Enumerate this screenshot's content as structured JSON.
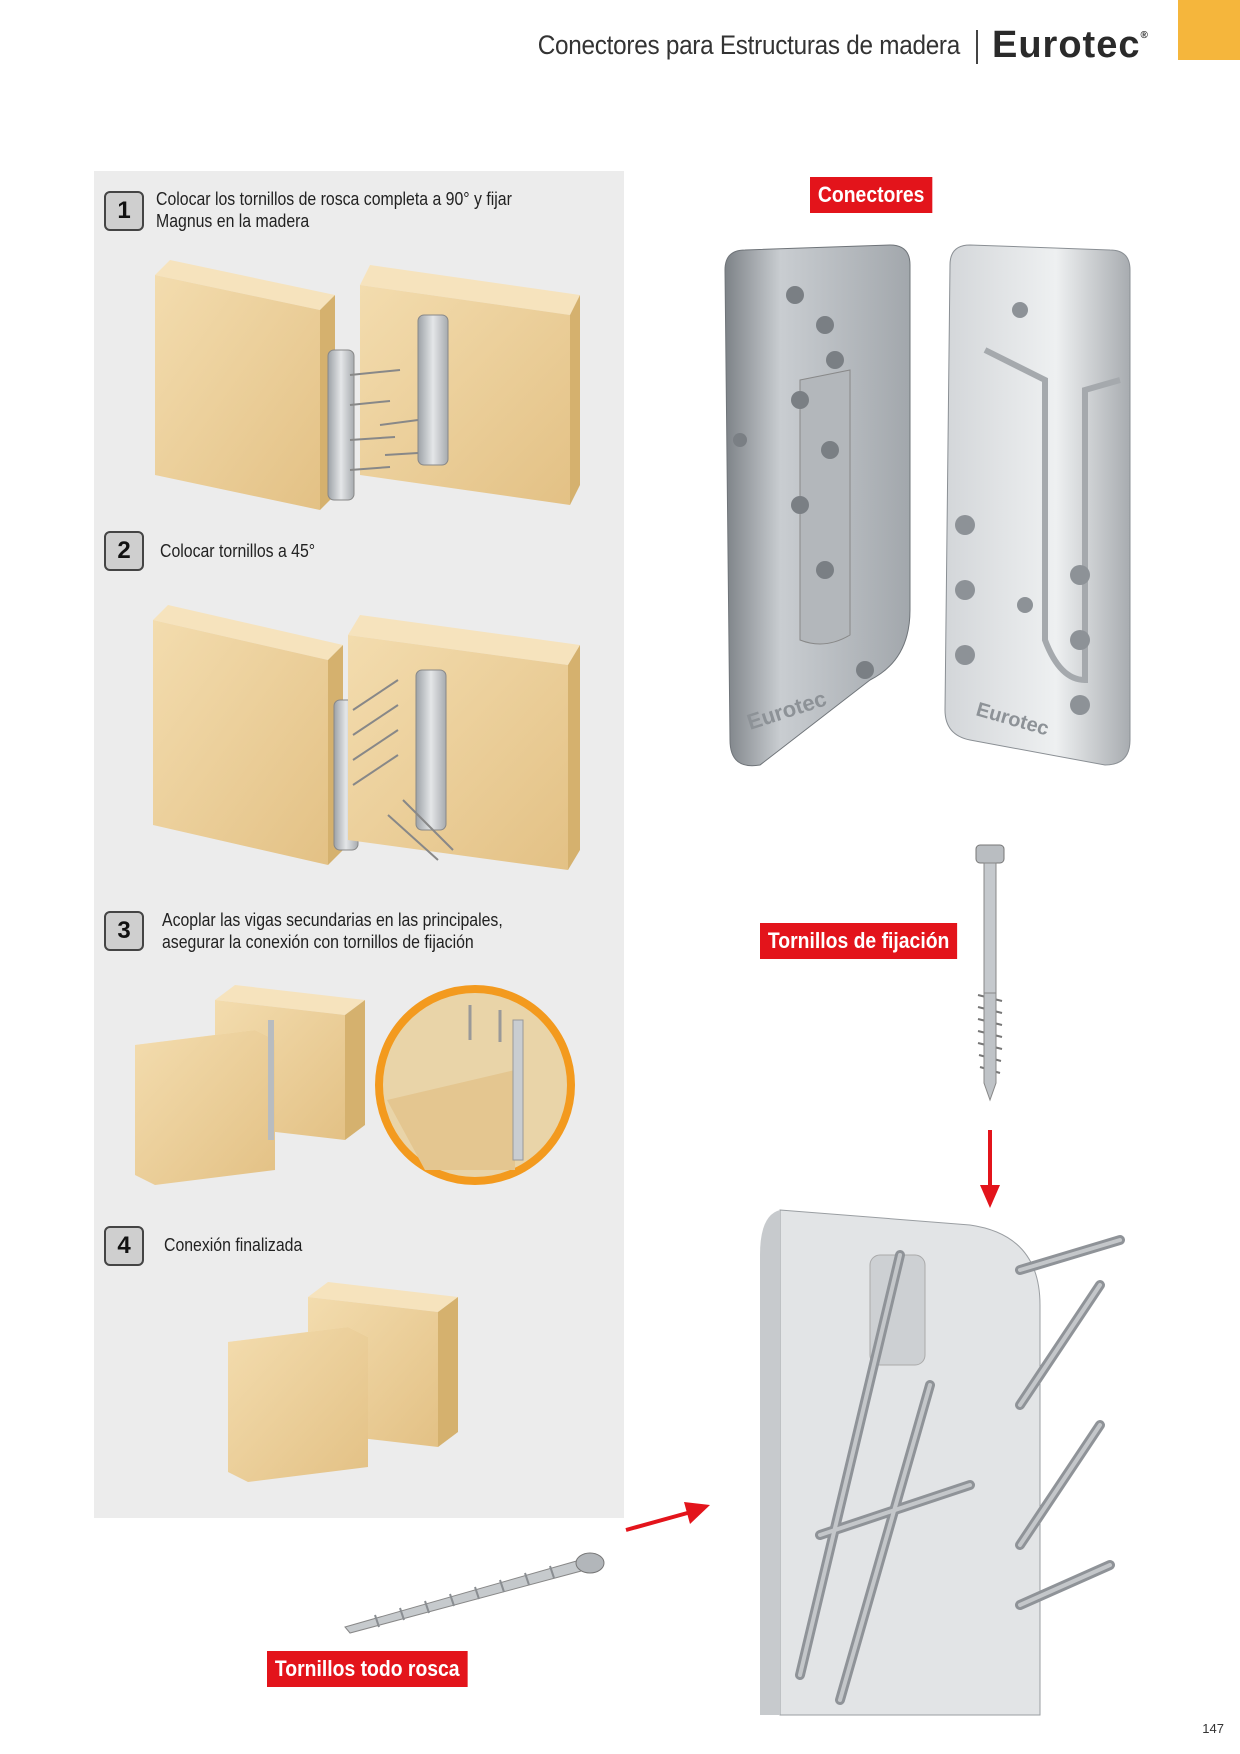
{
  "header": {
    "title": "Conectores para Estructuras de madera",
    "logo_text": "Eurotec",
    "logo_mark": "®"
  },
  "steps": [
    {
      "number": "1",
      "text": "Colocar los tornillos de rosca completa a 90° y fijar Magnus en la madera"
    },
    {
      "number": "2",
      "text": "Colocar tornillos a 45°"
    },
    {
      "number": "3",
      "text": "Acoplar las vigas secundarias en las principales, asegurar la conexión con tornillos de fijación"
    },
    {
      "number": "4",
      "text": "Conexión finalizada"
    }
  ],
  "labels": {
    "connectors": "Conectores",
    "fixing_screws": "Tornillos de fijación",
    "full_thread_screws": "Tornillos todo rosca"
  },
  "connector_brand": "Eurotec",
  "page_number": "147",
  "colors": {
    "accent_orange": "#f5b63c",
    "label_red": "#e3141b",
    "wood": "#eccf98",
    "metal": "#bfc3c7"
  }
}
